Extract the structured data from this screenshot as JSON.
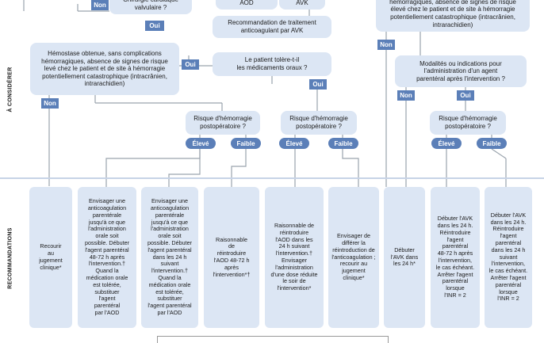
{
  "sidebar": {
    "top_label": "À CONSIDÉRER",
    "bottom_label": "RECOMMANDATIONS"
  },
  "top": {
    "no_1": "Non",
    "cardiac_surgery": "Chirurgie cardiaque\nvalvulaire ?",
    "aod": "AOD",
    "avk": "AVK",
    "yes_avk": "Oui",
    "avk_recommendation": "Recommandation de traitement\nanticoagulant par AVK",
    "right_hemostasis": "hémorragiques, absence de signes de risque\nélevé chez le patient et de site à hémorragie\npotentiellement catastrophique (intracrânien,\nintrarachidien)"
  },
  "left": {
    "hemostasis": "Hémostase obtenue, sans complications\nhémorragiques, absence de signes de risque\nlevé chez le patient et de site à hémorragie\npotentiellement catastrophique (intracrânien,\nintrarachidien)",
    "yes_oral": "Oui",
    "oral_tolerance": "Le patient tolère-t-il\nles médicaments oraux ?",
    "yes_bleeding_2": "Oui",
    "no_left": "Non",
    "bleeding_risk_1": "Risque d'hémorragie\npostopératoire ?",
    "bleeding_risk_2": "Risque d'hémorragie\npostopératoire ?",
    "high_1": "Élevé",
    "low_1": "Faible",
    "high_2": "Élevé",
    "low_2": "Faible"
  },
  "right": {
    "no_right": "Non",
    "parenteral_question": "Modalités ou indications pour\nl'administration d'un agent\nparentéral après l'intervention ?",
    "no_parenteral": "Non",
    "yes_parenteral": "Oui",
    "bleeding_risk_3": "Risque d'hémorragie\npostopératoire ?",
    "high_3": "Élevé",
    "low_3": "Faible"
  },
  "recommendations": [
    "Recourir\nau\njugement\nclinique*",
    "Envisager une\nanticoagulation\nparentérale\njusqu'à ce que\nl'administration\norale soit\npossible. Débuter\nl'agent parentéral\n48-72 h après\nl'intervention.†\nQuand la\nmédication orale\nest tolérée,\nsubstituer\nl'agent\nparentéral\npar l'AOD",
    "Envisager une\nanticoagulation\nparentérale\njusqu'à ce que\nl'administration\norale soit\npossible. Débuter\nl'agent parentéral\ndans les 24 h\nsuivant\nl'intervention.†\nQuand la\nmédication orale\nest tolérée,\nsubstituer\nl'agent parentéral\npar l'AOD",
    "Raisonnable\nde\nréintroduire\nl'AOD 48-72 h\naprès\nl'intervention*†",
    "Raisonnable de\nréintroduire\nl'AOD  dans les\n24 h suivant\nl'intervention.†\nEnvisager\nl'administration\nd'une dose réduite\nle soir de\nl'intervention*",
    "Envisager de\ndifférer la\nréintroduction de\nl'anticoagulation ;\nrecourir au\njugement\nclinique*",
    "Débuter\nl'AVK dans\nles 24 h*",
    "Débuter l'AVK\ndans les 24 h.\nRéintroduire\nl'agent\nparentéral\n48-72 h après\nl'intervention,\nle cas échéant.\nArrêter l'agent\nparentéral\nlorsque\nl'INR = 2",
    "Débuter l'AVK\ndans les 24 h.\nRéintroduire\nl'agent\nparentéral\ndans les 24 h\nsuivant\nl'intervention,\nle cas échéant.\nArrêter l'agent\nparentéral\nlorsque\nl'INR = 2"
  ],
  "colors": {
    "box_fill": "#dce6f4",
    "tag_fill": "#5b7fb8",
    "line": "#9aa3ad"
  }
}
